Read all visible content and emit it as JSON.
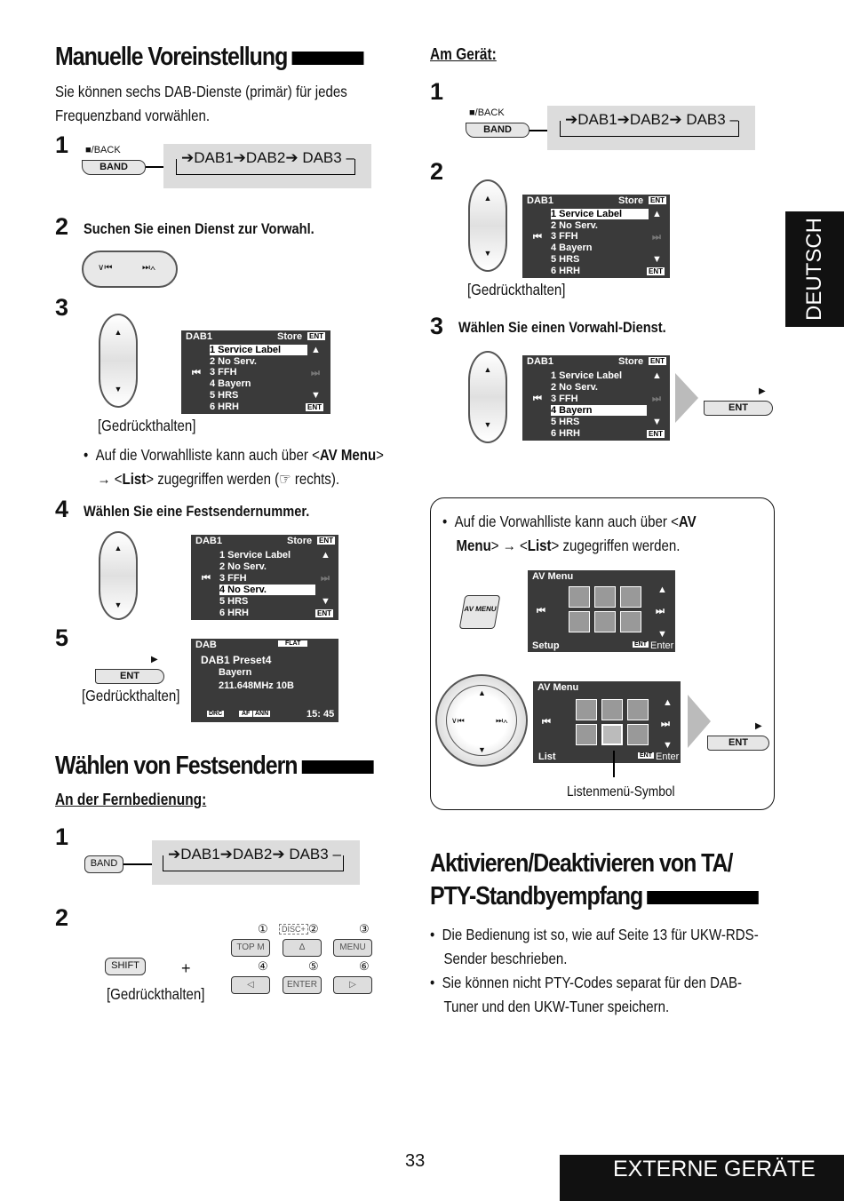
{
  "side_tab": "DEUTSCH",
  "page_number": "33",
  "footer_label": "EXTERNE GERÄTE",
  "section1": {
    "title": "Manuelle Voreinstellung",
    "intro_line1": "Sie können sechs DAB-Dienste (primär) für jedes",
    "intro_line2": "Frequenzband vorwählen.",
    "step1_num": "1",
    "back_label": "■/BACK",
    "band_label": "BAND",
    "chain": {
      "a": "DAB1",
      "b": "DAB2",
      "c": "DAB3"
    },
    "step2_num": "2",
    "step2_text": "Suchen Sie einen Dienst zur Vorwahl.",
    "step3_num": "3",
    "hold": "[Gedrückthalten]",
    "bullet1_line1a": "Auf die Vorwahlliste kann auch über <",
    "bullet1_av": "AV Menu",
    "bullet1_line1b": ">",
    "bullet1_line2a": "→ <",
    "bullet1_list": "List",
    "bullet1_line2b": "> zugegriffen werden (☞ rechts).",
    "step4_num": "4",
    "step4_text": "Wählen Sie eine Festsendernummer.",
    "step5_num": "5",
    "ent": "ENT"
  },
  "lcd_list": {
    "title": "DAB1",
    "store": "Store",
    "ent": "ENT",
    "rows_a": [
      "1 Service Label",
      "2 No Serv.",
      "3 FFH",
      "4 Bayern",
      "5 HRS",
      "6 HRH"
    ],
    "rows_b": [
      "1 Service Label",
      "2 No Serv.",
      "3 FFH",
      "4 No Serv.",
      "5 HRS",
      "6 HRH"
    ]
  },
  "lcd_preset": {
    "dab": "DAB",
    "flat": "FLAT",
    "line1": "DAB1 Preset4",
    "line2": "Bayern",
    "line3": "211.648MHz  10B",
    "drc": "DRC",
    "af": "AF",
    "ann": "ANN",
    "time": "15: 45"
  },
  "section2": {
    "title": "Wählen von Festsendern",
    "subtitle": "An der Fernbedienung:",
    "step1_num": "1",
    "band_label": "BAND",
    "step2_num": "2",
    "shift": "SHIFT",
    "plus": "+",
    "hold": "[Gedrückthalten]",
    "disc": "DISC+",
    "keys": [
      "TOP M",
      "∆",
      "MENU",
      "◁",
      "ENTER",
      "▷"
    ],
    "key_nums": [
      "①",
      "②",
      "③",
      "④",
      "⑤",
      "⑥"
    ]
  },
  "right": {
    "subtitle": "Am Gerät:",
    "step1_num": "1",
    "step2_num": "2",
    "hold": "[Gedrückthalten]",
    "step3_num": "3",
    "step3_text": "Wählen Sie einen Vorwahl-Dienst.",
    "box_line1a": "Auf die Vorwahlliste kann auch über <",
    "box_av": "AV",
    "box_line2_menu": "Menu",
    "box_line2a": "> → <",
    "box_list": "List",
    "box_line2b": "> zugegriffen werden.",
    "av_button": "AV MENU",
    "av_menu_title": "AV Menu",
    "setup": "Setup",
    "list": "List",
    "enter": "Enter",
    "caption": "Listenmenü-Symbol"
  },
  "section3": {
    "title_line1": "Aktivieren/Deaktivieren von TA/",
    "title_line2": "PTY-Standbyempfang",
    "b1_line1": "Die Bedienung ist so, wie auf Seite 13 für UKW-RDS-",
    "b1_line2": "Sender beschrieben.",
    "b2_line1": "Sie können nicht PTY-Codes separat für den DAB-",
    "b2_line2": "Tuner und den UKW-Tuner speichern."
  }
}
